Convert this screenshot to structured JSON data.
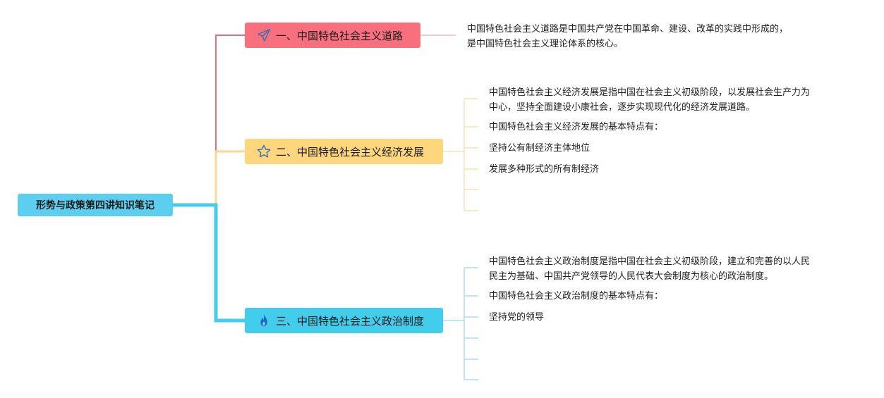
{
  "root": {
    "label": "形势与政策第四讲知识笔记"
  },
  "colors": {
    "root": "#5ccff0",
    "branch1": "#f8707e",
    "branch2": "#fdd67e",
    "branch3": "#41cdeb",
    "line1": "#e4707a",
    "line2": "#fad98a",
    "line3": "#41cdeb",
    "leaf_line1": "#f5b9c0",
    "leaf_line2": "#f8e3b0",
    "leaf_line3": "#a9def0"
  },
  "branches": [
    {
      "label": "一、中国特色社会主义道路",
      "icon": "paper-plane-icon",
      "leaves": [
        "中国特色社会主义道路是中国共产党在中国革命、建设、改革的实践中形成的，",
        "是中国特色社会主义理论体系的核心。"
      ]
    },
    {
      "label": "二、中国特色社会主义经济发展",
      "icon": "star-icon",
      "leaves": [
        "中国特色社会主义经济发展是指中国在社会主义初级阶段，以发展社会生产力为",
        "中心，坚持全面建设小康社会，逐步实现现代化的经济发展道路。",
        "中国特色社会主义经济发展的基本特点有：",
        "坚持公有制经济主体地位",
        "发展多种形式的所有制经济"
      ]
    },
    {
      "label": "三、中国特色社会主义政治制度",
      "icon": "flame-icon",
      "leaves": [
        "中国特色社会主义政治制度是指中国在社会主义初级阶段，建立和完善的以人民",
        "民主为基础、中国共产党领导的人民代表大会制度为核心的政治制度。",
        "中国特色社会主义政治制度的基本特点有：",
        "坚持党的领导"
      ]
    }
  ]
}
